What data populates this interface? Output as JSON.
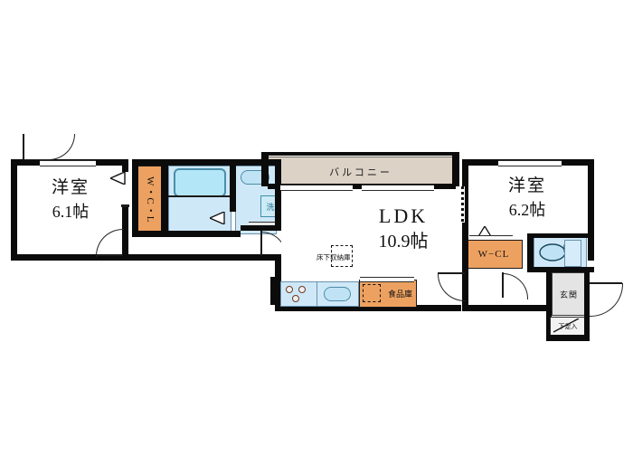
{
  "plan": {
    "type": "floor-plan",
    "rooms": [
      {
        "id": "bedroom-west",
        "name": "洋室",
        "size": "6.1帖"
      },
      {
        "id": "ldk",
        "name": "LDK",
        "size": "10.9帖"
      },
      {
        "id": "bedroom-east",
        "name": "洋室",
        "size": "6.2帖"
      }
    ],
    "areas": {
      "balcony": "バルコニー",
      "wic": "W・C・L",
      "wcl": "W−CL",
      "genkan": "玄関",
      "shoebox": "下足入",
      "pantry": "食品庫",
      "underfloor": "床下収納庫",
      "washer": "洗"
    },
    "colors": {
      "wall": "#0b0b0b",
      "closet": "#eda160",
      "balcony": "#ddd2c6",
      "water": "#cfe8f8",
      "tub": "#b3e6f7",
      "genkan": "#e4e4e4",
      "accent_blue": "#1f2fd8",
      "background": "#ffffff"
    }
  }
}
